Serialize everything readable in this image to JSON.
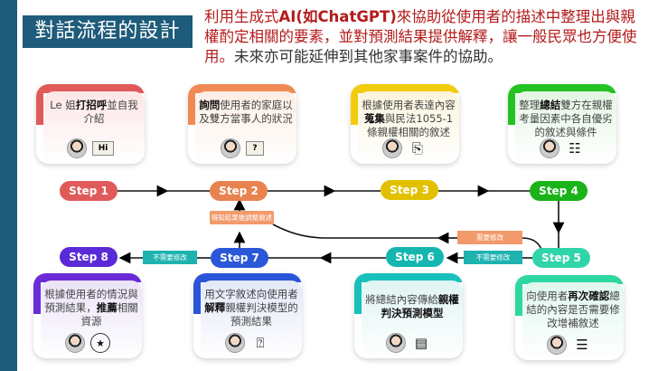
{
  "title": "對話流程的設計",
  "intro": {
    "part1": "利用生成式",
    "bold": "AI(如ChatGPT)",
    "part2": "來協助從使用者的描述中整理出與親權酌定相關的要素，並對預測結果提供解釋，讓一般民眾也方便使用。",
    "part3": "未來亦可能延伸到其他家事案件的協助。"
  },
  "cards": [
    {
      "pre": "Le 姐",
      "bold": "打招呼",
      "post": "並自我介紹",
      "icon": "hi-bubble-icon",
      "icon_text": "Hi",
      "color": "#e05a5a"
    },
    {
      "pre": "",
      "bold": "詢問",
      "post": "使用者的家庭以及雙方當事人的狀況",
      "icon": "question-bubble-icon",
      "icon_text": "?",
      "color": "#f08a55"
    },
    {
      "pre": "根據使用者表達內容",
      "bold": "蒐集",
      "post": "與民法1055-1條親權相關的敘述",
      "icon": "document-scan-icon",
      "color": "#f2cc0c"
    },
    {
      "pre": "整理",
      "bold": "總結",
      "post": "雙方在親權考量因素中各自優劣的敘述與條件",
      "icon": "summary-icon",
      "color": "#22c322"
    },
    {
      "pre": "向使用者",
      "bold": "再次確認",
      "post": "總結的內容是否需要修改增補敘述",
      "icon": "checklist-icon",
      "color": "#2ed6a2"
    },
    {
      "pre": "將總結內容傳給",
      "bold": "親權判決預測模型",
      "post": "",
      "icon": "server-icon",
      "color": "#18c0bb"
    },
    {
      "pre": "用文字敘述向使用者",
      "bold": "解釋",
      "post": "親權判決模型的預測結果",
      "icon": "presentation-icon",
      "color": "#2a55d9"
    },
    {
      "pre": "根據使用者的情況與預測結果，",
      "bold": "推薦",
      "post": "相關資源",
      "icon": "resources-icon",
      "color": "#6a2ad8"
    }
  ],
  "steps": [
    {
      "label": "Step 1",
      "color": "#e05a5a"
    },
    {
      "label": "Step 2",
      "color": "#e8834f"
    },
    {
      "label": "Step 3",
      "color": "#e2c000"
    },
    {
      "label": "Step 4",
      "color": "#1ab31a"
    },
    {
      "label": "Step 5",
      "color": "#2fd5a8"
    },
    {
      "label": "Step 6",
      "color": "#16b6b0"
    },
    {
      "label": "Step 7",
      "color": "#2a58d8"
    },
    {
      "label": "Step 8",
      "color": "#5a2ad6"
    }
  ],
  "tags": {
    "adjust": "得知結果後調整敘述",
    "need_edit": "需要修改",
    "no_edit_5_6": "不需要修改",
    "no_edit_7_8": "不需要修改"
  }
}
